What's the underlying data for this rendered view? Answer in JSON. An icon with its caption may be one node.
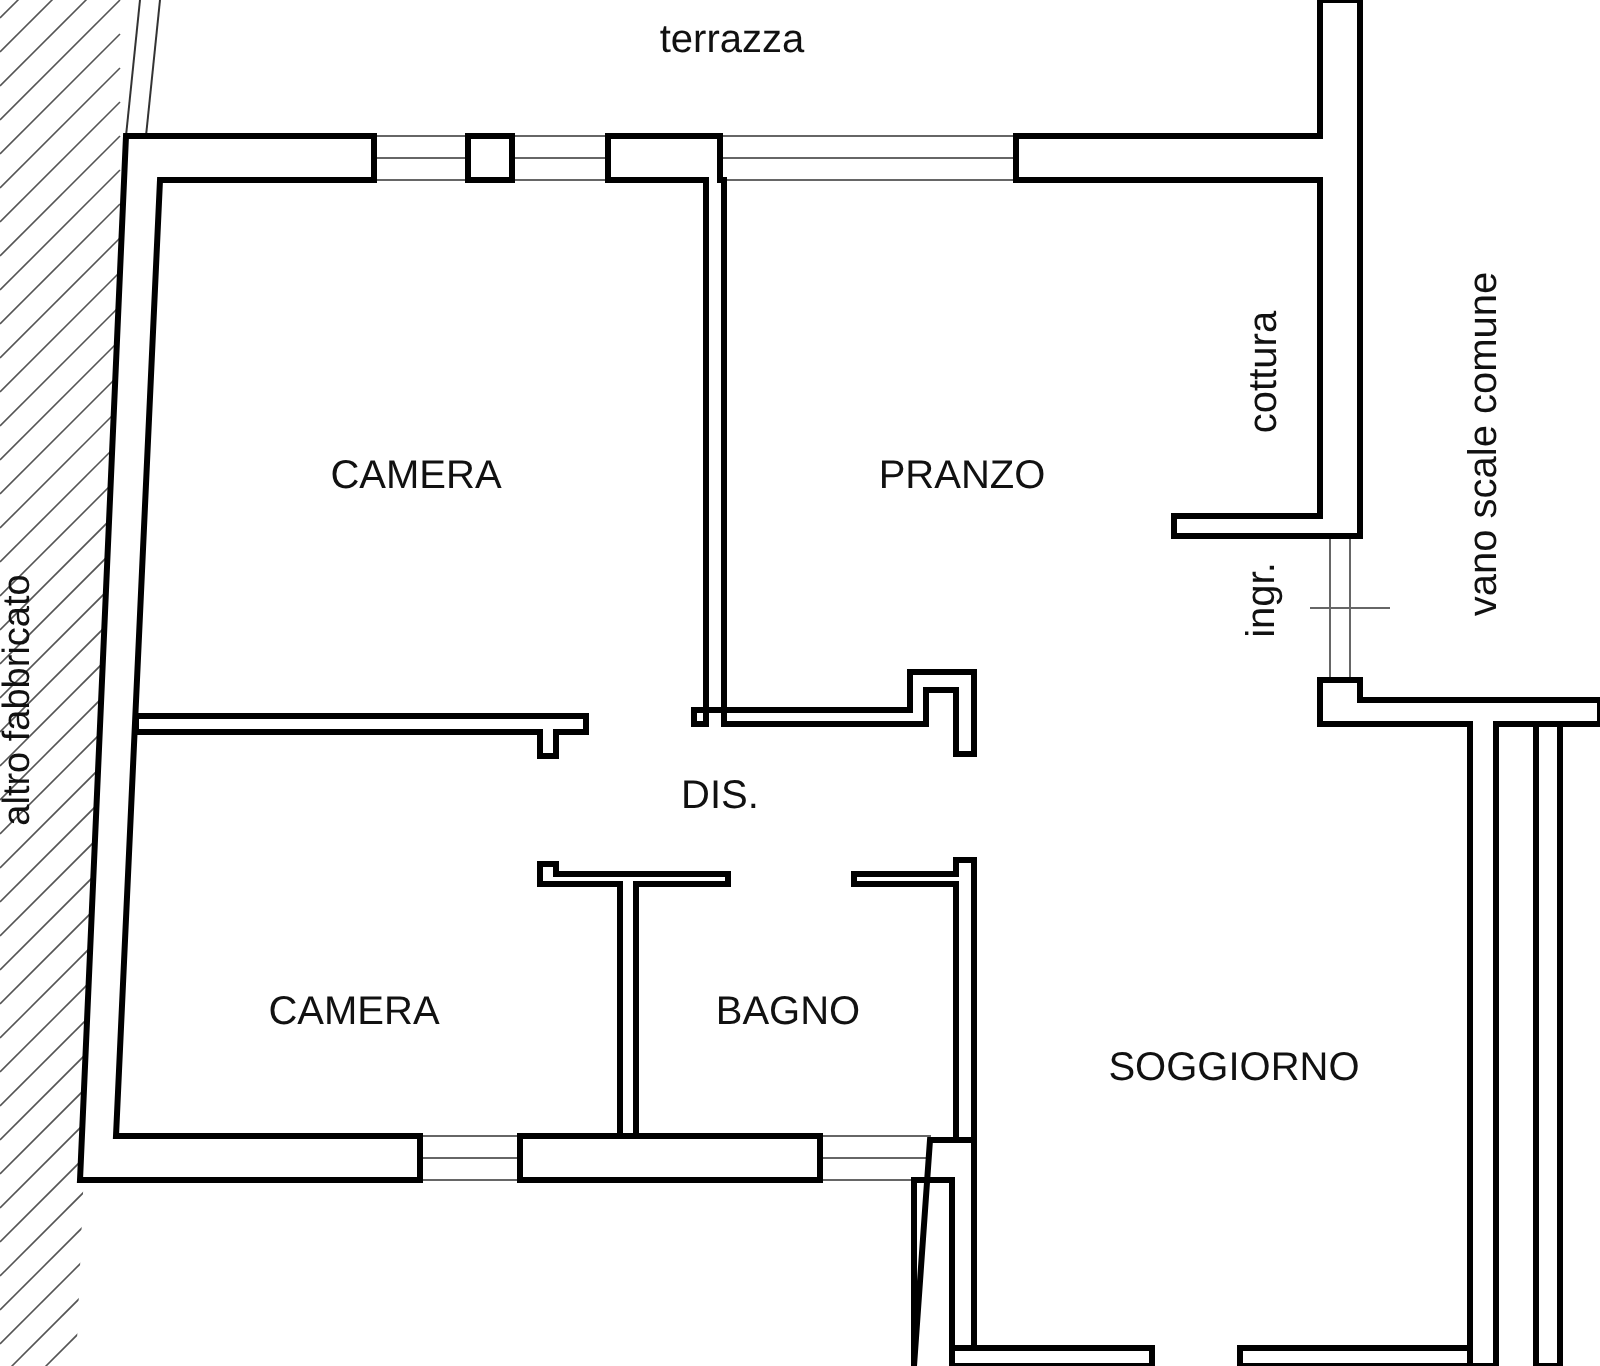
{
  "diagram": {
    "labels": [
      "terrazza",
      "CAMERA",
      "PRANZO",
      "cottura",
      "vano scale comune",
      "altro fabbricato",
      "ingr.",
      "DIS.",
      "CAMERA",
      "BAGNO",
      "SOGGIORNO"
    ]
  }
}
